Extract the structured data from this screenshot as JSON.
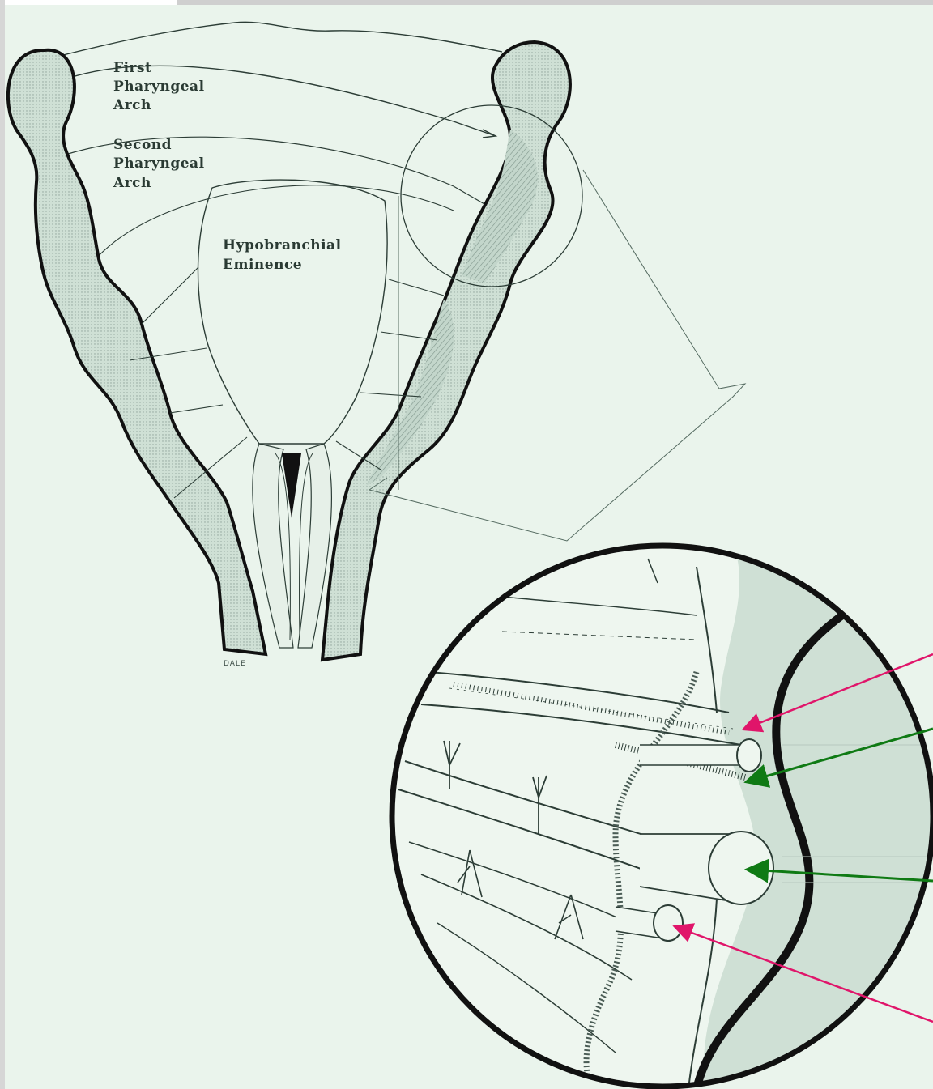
{
  "labels": {
    "first_arch": [
      "First",
      "Pharyngeal",
      "Arch"
    ],
    "second_arch": [
      "Second",
      "Pharyngeal",
      "Arch"
    ],
    "hypobranchial": [
      "Hypobranchial",
      "Eminence"
    ],
    "signature": "DALE"
  },
  "colors": {
    "background": "#eaf4ec",
    "tissue_fill": "#cfe0d5",
    "ink": "#1a1a1a",
    "arrow_magenta": "#e0156a",
    "arrow_green": "#0f7a14"
  },
  "arrows": [
    {
      "name": "arrow-magenta-upper",
      "color": "magenta"
    },
    {
      "name": "arrow-green-upper",
      "color": "green"
    },
    {
      "name": "arrow-green-lower",
      "color": "green"
    },
    {
      "name": "arrow-magenta-lower",
      "color": "magenta"
    }
  ]
}
